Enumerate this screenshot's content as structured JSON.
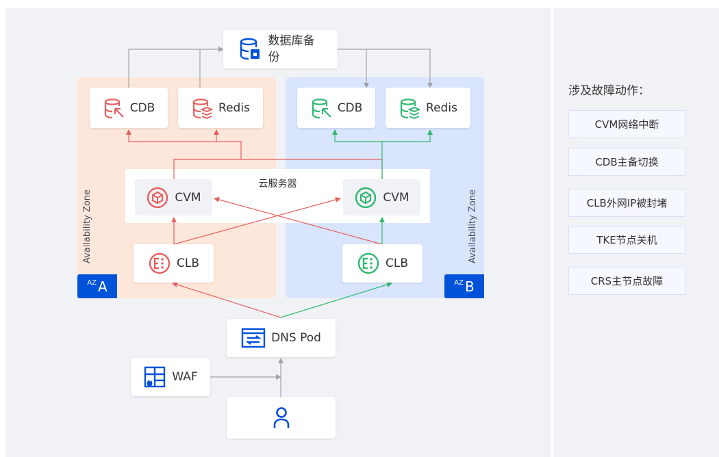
{
  "zones": {
    "a": {
      "side_label": "Availability Zone",
      "badge_sup": "AZ",
      "badge_letter": "A"
    },
    "b": {
      "side_label": "Availability Zone",
      "badge_sup": "AZ",
      "badge_letter": "B"
    }
  },
  "nodes": {
    "backup": {
      "label": "数据库备份"
    },
    "cdb_a": {
      "label": "CDB"
    },
    "redis_a": {
      "label": "Redis"
    },
    "cdb_b": {
      "label": "CDB"
    },
    "redis_b": {
      "label": "Redis"
    },
    "cvm_group_title": "云服务器",
    "cvm_a": {
      "label": "CVM"
    },
    "cvm_b": {
      "label": "CVM"
    },
    "clb_a": {
      "label": "CLB"
    },
    "clb_b": {
      "label": "CLB"
    },
    "dns": {
      "label": "DNS Pod"
    },
    "waf": {
      "label": "WAF"
    }
  },
  "sidebar": {
    "title": "涉及故障动作：",
    "actions": [
      "CVM网络中断",
      "CDB主备切换",
      "CLB外网IP被封堵",
      "TKE节点关机",
      "CRS主节点故障"
    ]
  },
  "colors": {
    "zone_a_bg": "#fde6da",
    "zone_b_bg": "#d9e5fd",
    "red_line": "#e5605e",
    "green_line": "#2fb870",
    "gray_line": "#9ea3ab",
    "badge": "#0052d9",
    "icon_blue": "#0052d9"
  }
}
